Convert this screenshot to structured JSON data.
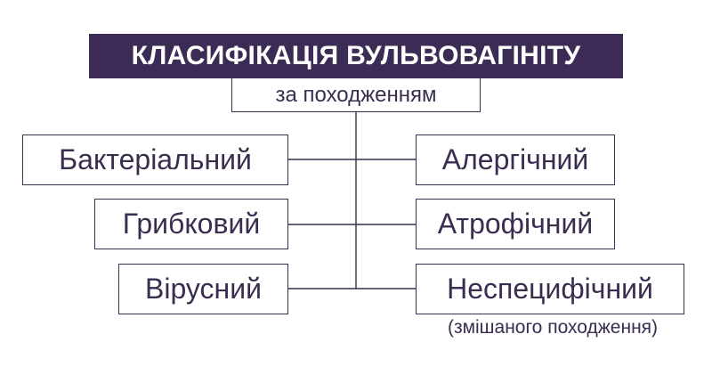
{
  "title": "КЛАСИФІКАЦІЯ ВУЛЬВОВАГІНІТУ",
  "subtitle": "за походженням",
  "left_types": [
    "Бактеріальний",
    "Грибковий",
    "Вірусний"
  ],
  "right_types": [
    "Алергічний",
    "Атрофічний",
    "Неспецифічний"
  ],
  "note": "(змішаного походження)",
  "colors": {
    "title_background": "#3b2b55",
    "title_text": "#ffffff",
    "text": "#3a2d4f",
    "lines": "#3a2d4f"
  }
}
